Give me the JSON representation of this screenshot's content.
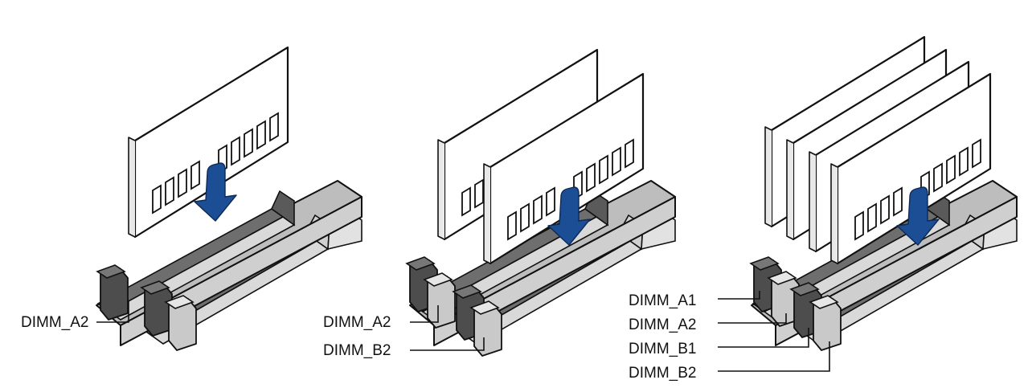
{
  "colors": {
    "arrow": "#1c4e95",
    "slot_dark": "#6e6e6e",
    "slot_light": "#d6d6d6",
    "latch_dark": "#4d4d4d",
    "latch_light": "#c9c9c9",
    "module_fill": "#ffffff",
    "outline": "#111111"
  },
  "diagrams": [
    {
      "name": "one-module",
      "labels": [
        "DIMM_A2"
      ]
    },
    {
      "name": "two-modules",
      "labels": [
        "DIMM_A2",
        "DIMM_B2"
      ]
    },
    {
      "name": "four-modules",
      "labels": [
        "DIMM_A1",
        "DIMM_A2",
        "DIMM_B1",
        "DIMM_B2"
      ]
    }
  ]
}
